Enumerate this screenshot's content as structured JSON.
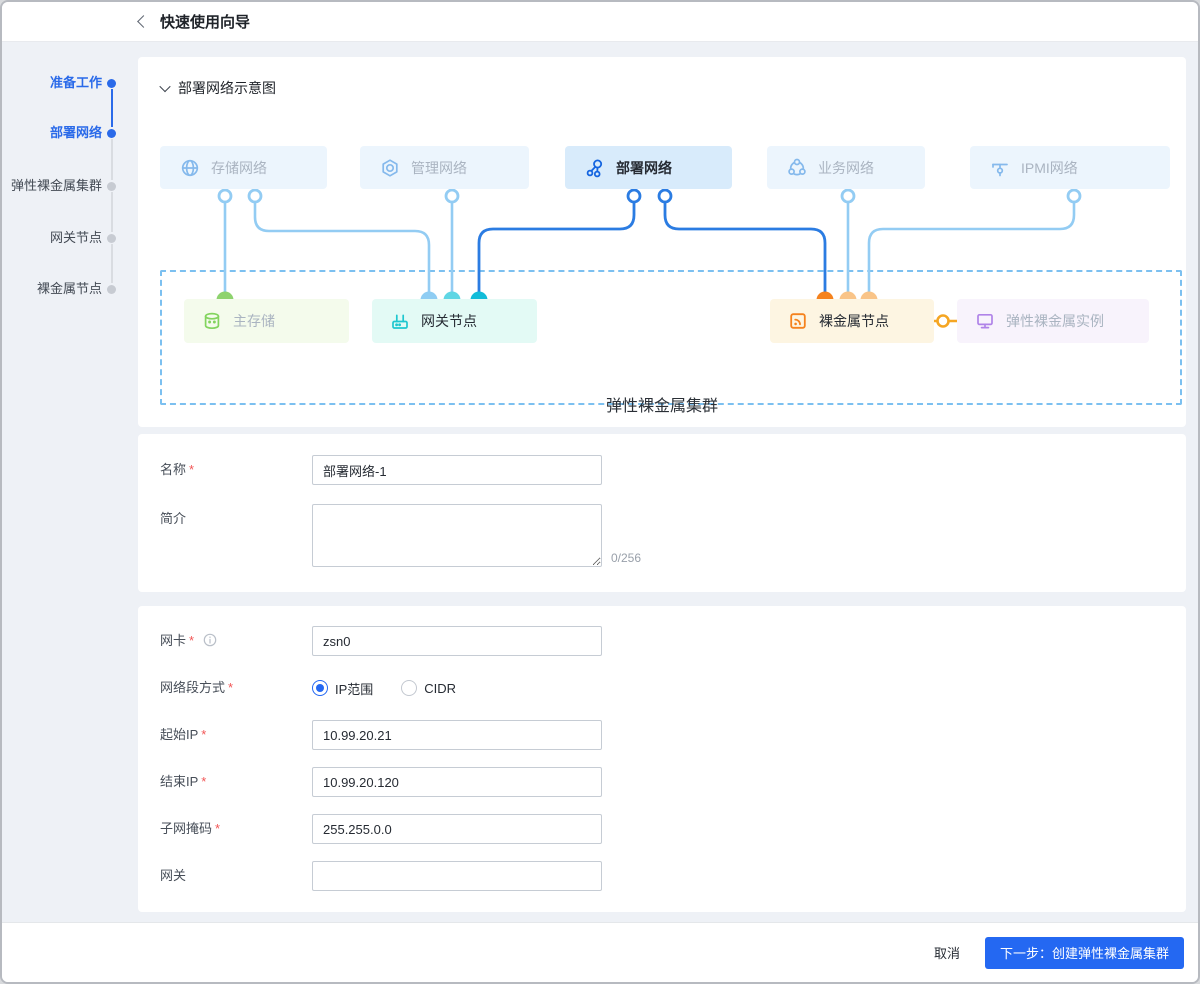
{
  "header": {
    "title": "快速使用向导"
  },
  "steps": {
    "items": [
      {
        "label": "准备工作",
        "state": "active"
      },
      {
        "label": "部署网络",
        "state": "active"
      },
      {
        "label": "弹性裸金属集群",
        "state": "pending"
      },
      {
        "label": "网关节点",
        "state": "pending"
      },
      {
        "label": "裸金属节点",
        "state": "pending"
      }
    ]
  },
  "diagram": {
    "section_title": "部署网络示意图",
    "networks": [
      {
        "label": "存储网络",
        "icon": "globe-icon",
        "active": false
      },
      {
        "label": "管理网络",
        "icon": "nut-icon",
        "active": false
      },
      {
        "label": "部署网络",
        "icon": "hub-icon",
        "active": true
      },
      {
        "label": "业务网络",
        "icon": "molecule-icon",
        "active": false
      },
      {
        "label": "IPMI网络",
        "icon": "terminal-icon",
        "active": false
      }
    ],
    "nodes": [
      {
        "label": "主存储",
        "icon": "database-icon",
        "color": "green"
      },
      {
        "label": "网关节点",
        "icon": "router-icon",
        "color": "cyan"
      },
      {
        "label": "裸金属节点",
        "icon": "cast-icon",
        "color": "orange"
      },
      {
        "label": "弹性裸金属实例",
        "icon": "monitor-icon",
        "color": "purple"
      }
    ],
    "cluster_label": "弹性裸金属集群"
  },
  "form_basic": {
    "required_marker": "*",
    "name_label": "名称",
    "name_value": "部署网络-1",
    "desc_label": "简介",
    "desc_value": "",
    "desc_counter": "0/256"
  },
  "form_network": {
    "required_marker": "*",
    "nic_label": "网卡",
    "nic_value": "zsn0",
    "segment_label": "网络段方式",
    "segment_options": [
      {
        "label": "IP范围",
        "selected": true
      },
      {
        "label": "CIDR",
        "selected": false
      }
    ],
    "start_ip_label": "起始IP",
    "start_ip_value": "10.99.20.21",
    "end_ip_label": "结束IP",
    "end_ip_value": "10.99.20.120",
    "mask_label": "子网掩码",
    "mask_value": "255.255.0.0",
    "gateway_label": "网关",
    "gateway_value": ""
  },
  "footer": {
    "cancel_label": "取消",
    "next_label": "下一步：创建弹性裸金属集群"
  },
  "colors": {
    "primary_blue": "#2468f2",
    "active_step_blue": "#2a6ae9",
    "line_light_blue": "#93ccf3",
    "line_strong_blue": "#2b7ce2",
    "node_green": "#8ed36e",
    "node_cyan": "#1ec7cf",
    "node_orange": "#f5821d",
    "node_purple": "#b083e8"
  }
}
